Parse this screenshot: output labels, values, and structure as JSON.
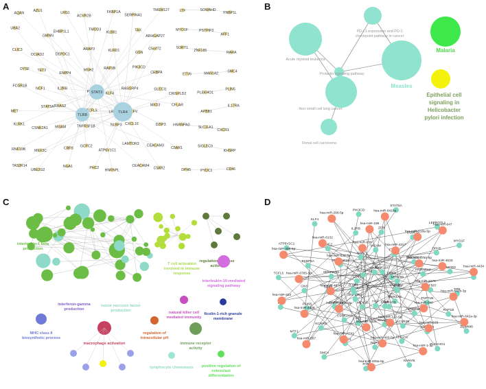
{
  "panels": {
    "A": {
      "letter": "A",
      "hub_nodes": [
        "STAT3",
        "TLR8",
        "TLR4"
      ],
      "node_labels": [
        "AQAN",
        "AZU1",
        "LRG1",
        "ACVR2B",
        "FKBP1A",
        "SERPINA1",
        "TMEM127",
        "LTF",
        "SOWAHD",
        "FNBP1L",
        "UBA2",
        "GMNN",
        "EHBP1L1",
        "TMOD3",
        "KLB81",
        "TAX",
        "ARHGAP27",
        "MYO1F",
        "PSTPIP2",
        "AFF1",
        "CLIC3",
        "OCIAD2",
        "DEPDC1",
        "ARAP3",
        "KLRD1",
        "GSN",
        "C5orf72",
        "SORT1",
        "ZNF185",
        "RARA",
        "DYSF",
        "TET2",
        "ENPP4",
        "MSH2",
        "RAP1B",
        "PIK3CD",
        "CEBPA",
        "ETV6",
        "MAN1A2",
        "SMC4",
        "FCGR1B",
        "NCF1",
        "IL2RB",
        "PTRF",
        "KLF4",
        "RASGRP4",
        "GLECI1",
        "CRISPLD2",
        "PLEKHO1",
        "PLIN5",
        "MET",
        "STAT5A",
        "RRAS2",
        "TCFL5",
        "LRRK2",
        "MEFV",
        "MXD3",
        "CFLAR",
        "APBB1",
        "IL17RA",
        "KLRK1",
        "CSNK2A1",
        "MGAM",
        "TNFRSF1B",
        "NLRP3",
        "CXCL16",
        "DZIP3",
        "HNRNPA0",
        "SLC11A1",
        "CXCR1",
        "RNF19B",
        "MEX3C",
        "CBFB",
        "GCFC2",
        "ATP6V1C1",
        "LAMTOR3",
        "CEACAM3",
        "C5AR1",
        "SIGLEC9",
        "KHSRP",
        "TAS2R14",
        "UBE2G2",
        "NGA1",
        "PHC2",
        "HNRNPL",
        "CEACAM4",
        "C5AR2",
        "DPH5",
        "PYDC1",
        "CD46"
      ]
    },
    "B": {
      "letter": "B",
      "cluster_labels": [
        "Acute myeloid leukemia",
        "PD-L1 expression and PD-1 checkpoint pathway in cancer",
        "Prolactin signaling pathway",
        "Non-small cell lung cancer",
        "Renal cell carcinoma"
      ],
      "legend": [
        {
          "label": "Malaria",
          "color": "#3ee84a"
        },
        {
          "label": "Measles",
          "color": "#8fe3cf"
        },
        {
          "label": "Epithelial cell signaling in Helicobacter pylori infection",
          "color": "#f4f20a"
        }
      ]
    },
    "C": {
      "letter": "C",
      "terms": [
        {
          "label": "interleukin-1 beta production",
          "color": "#6cbd45"
        },
        {
          "label": "T cell activation involved in immune response",
          "color": "#a8d94a"
        },
        {
          "label": "regulation of lipase activity",
          "color": "#5d7a3a"
        },
        {
          "label": "interleukin-10-mediated signaling pathway",
          "color": "#d36de0"
        },
        {
          "label": "interferon-gamma production",
          "color": "#7b5cc7"
        },
        {
          "label": "tumor necrosis factor production",
          "color": "#8ed9c8"
        },
        {
          "label": "MHC class II biosynthetic process",
          "color": "#6f7ad8"
        },
        {
          "label": "natural killer cell mediated immunity",
          "color": "#c74fc0"
        },
        {
          "label": "ficolin-1-rich granule membrane",
          "color": "#2a3aa0"
        },
        {
          "label": "regulation of intracellular pH",
          "color": "#d3652e"
        },
        {
          "label": "immune receptor activity",
          "color": "#6e9e5a"
        },
        {
          "label": "macrophage activation",
          "color": "#c74060"
        },
        {
          "label": "lymphocyte chemotaxis",
          "color": "#9be6d6"
        },
        {
          "label": "positive regulation of osteoclast differentiation",
          "color": "#5ee05a"
        }
      ]
    },
    "D": {
      "letter": "D",
      "mirna_color": "#f58a6e",
      "gene_color": "#7fd8c2",
      "mirna_labels": [
        "hsa-miR-2278",
        "hsa-miR-642b-3p",
        "hsa-miR-642a-3p",
        "hsa-miR-640",
        "hsa-miR-633",
        "hsa-miR-1-3p",
        "hsa-miR-122-5p",
        "hsa-miR-483-5p",
        "hsa-miR-205a-5p",
        "hsa-miR-4425",
        "hsa-miR-4741",
        "hsa-miR-557",
        "hsa-miR-6836-3p",
        "hsa-miR-4306",
        "hsa-miR-622",
        "hsa-miR-4674",
        "hsa-miR-6765-5p",
        "hsa-miR-488-5p",
        "hsa-miR-532-3p",
        "hsa-miR-6132",
        "hsa-miR-296-5p",
        "hsa-miR-638",
        "hsa-miR-199",
        "hsa-miR-6418a",
        "hsa-miR-4317",
        "hsa-miR-518a-5p",
        "hsa-miR-647",
        "hsa-miR-4750-5p",
        "hsa-miR-4533",
        "hsa-miR-4434"
      ],
      "gene_labels": [
        "NOA1",
        "TNFT1B",
        "RAP1B",
        "ZSWIM6",
        "MAN1A2",
        "FNBP1L",
        "CREBBP",
        "PLEKHO1",
        "AKR1C3",
        "ACVR2B",
        "SLC1A1",
        "KHNYB",
        "ETV6",
        "KAA0930",
        "NCF1",
        "RYK",
        "HGF",
        "IIR2",
        "SLC2A1",
        "SMC4",
        "MEX3C",
        "CSNK2A1",
        "KCNRG",
        "MTF1",
        "ZNF286A",
        "PARP1",
        "PLIN5",
        "LTF",
        "ATF1",
        "CDK6",
        "GNS",
        "TCFL5",
        "ZFP91",
        "SERPINH1",
        "FKBP1A",
        "ATP6V1C1",
        "CD46",
        "ARHGAP27",
        "PHC2",
        "KLF4",
        "SLC11A1",
        "GSN",
        "IL2RB",
        "PIK3CD",
        "RARA",
        "MGAM",
        "ZFR",
        "STAT5A",
        "KIAA1107",
        "FTPBP",
        "C5orf72",
        "LEPROTL1",
        "TRIM4",
        "TMEM127",
        "DPH5",
        "MYO1F",
        "LRRC59",
        "HNRNPA0",
        "TMOD3",
        "EVI2",
        "ZFP36L2",
        "ZNF567",
        "TPR"
      ]
    }
  }
}
